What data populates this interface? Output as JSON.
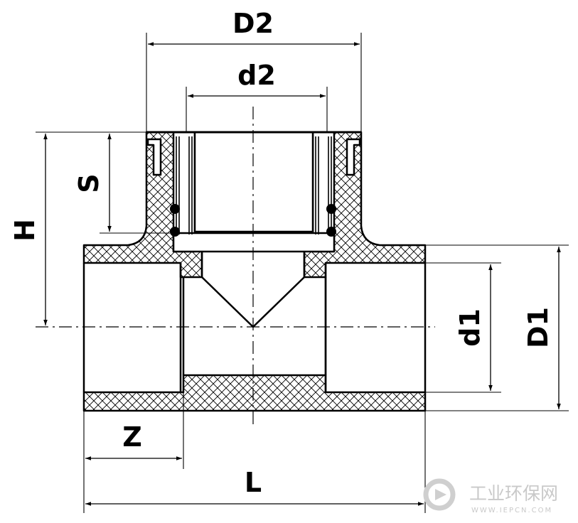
{
  "labels": {
    "D2": "D2",
    "d2": "d2",
    "S": "S",
    "H": "H",
    "d1": "d1",
    "D1": "D1",
    "Z": "Z",
    "L": "L"
  },
  "watermark": {
    "name": "工业环保网",
    "url": "WWW.IEPCN.COM"
  },
  "colors": {
    "line": "#000000",
    "hatch": "#000000",
    "watermark": "#c9c9c9"
  }
}
